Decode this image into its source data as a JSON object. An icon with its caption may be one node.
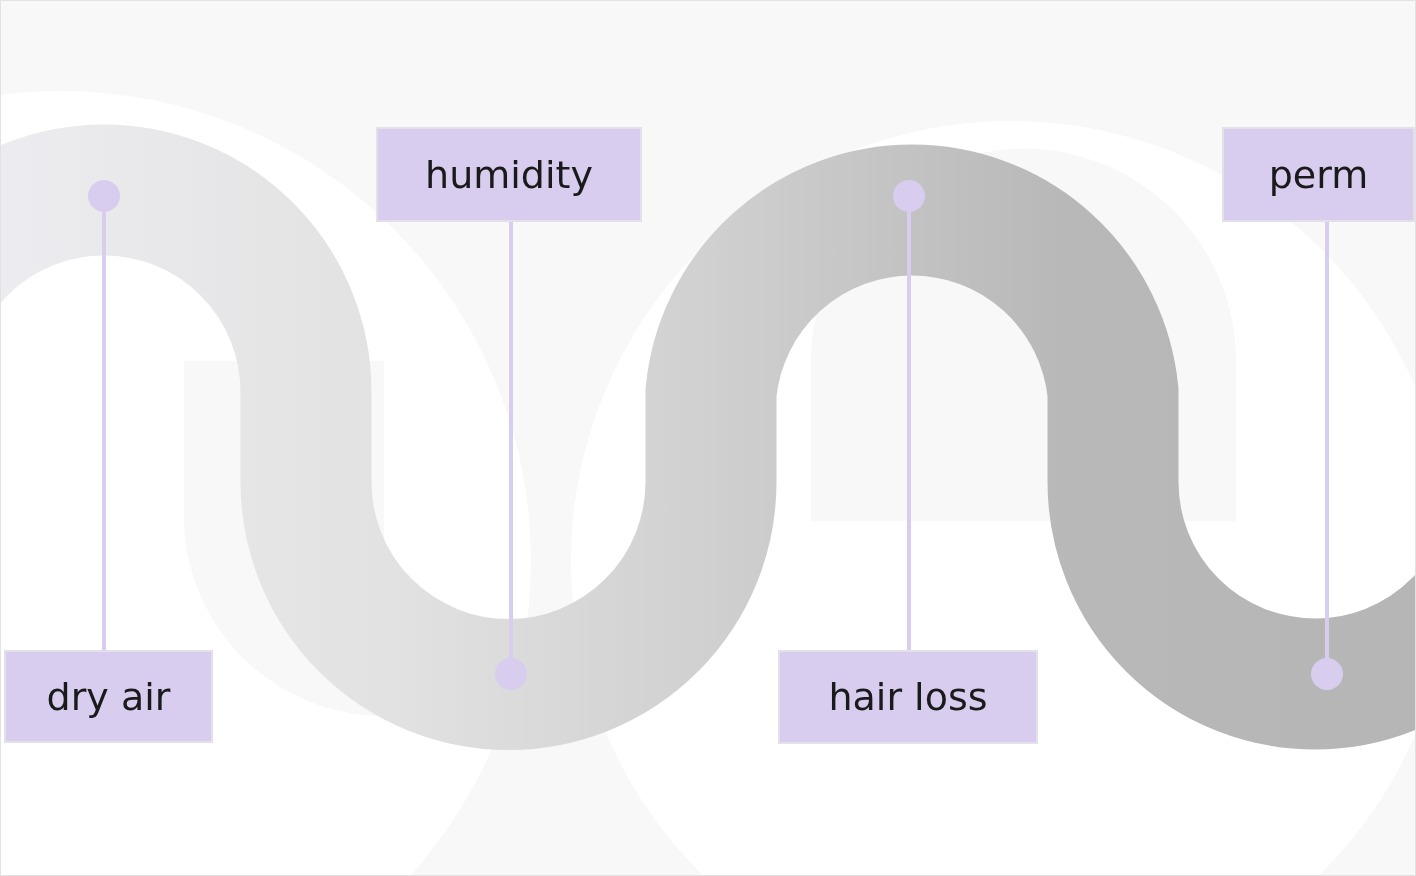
{
  "diagram": {
    "nodes": [
      {
        "text": [
          "dry air"
        ]
      },
      {
        "text": [
          "humidity"
        ]
      },
      {
        "text": [
          "hair loss"
        ]
      },
      {
        "text": [
          "perm"
        ]
      },
      {
        "text": [],
        "shape": "circle"
      },
      {
        "text": [],
        "shape": "circle"
      },
      {
        "text": [],
        "shape": "circle"
      },
      {
        "text": [],
        "shape": "circle"
      }
    ],
    "edges": [
      {
        "from": 0,
        "to": 4,
        "arrow": "none"
      },
      {
        "from": 1,
        "to": 5,
        "arrow": "none"
      },
      {
        "from": 2,
        "to": 6,
        "arrow": "none"
      },
      {
        "from": 3,
        "to": 7,
        "arrow": "none"
      }
    ]
  }
}
